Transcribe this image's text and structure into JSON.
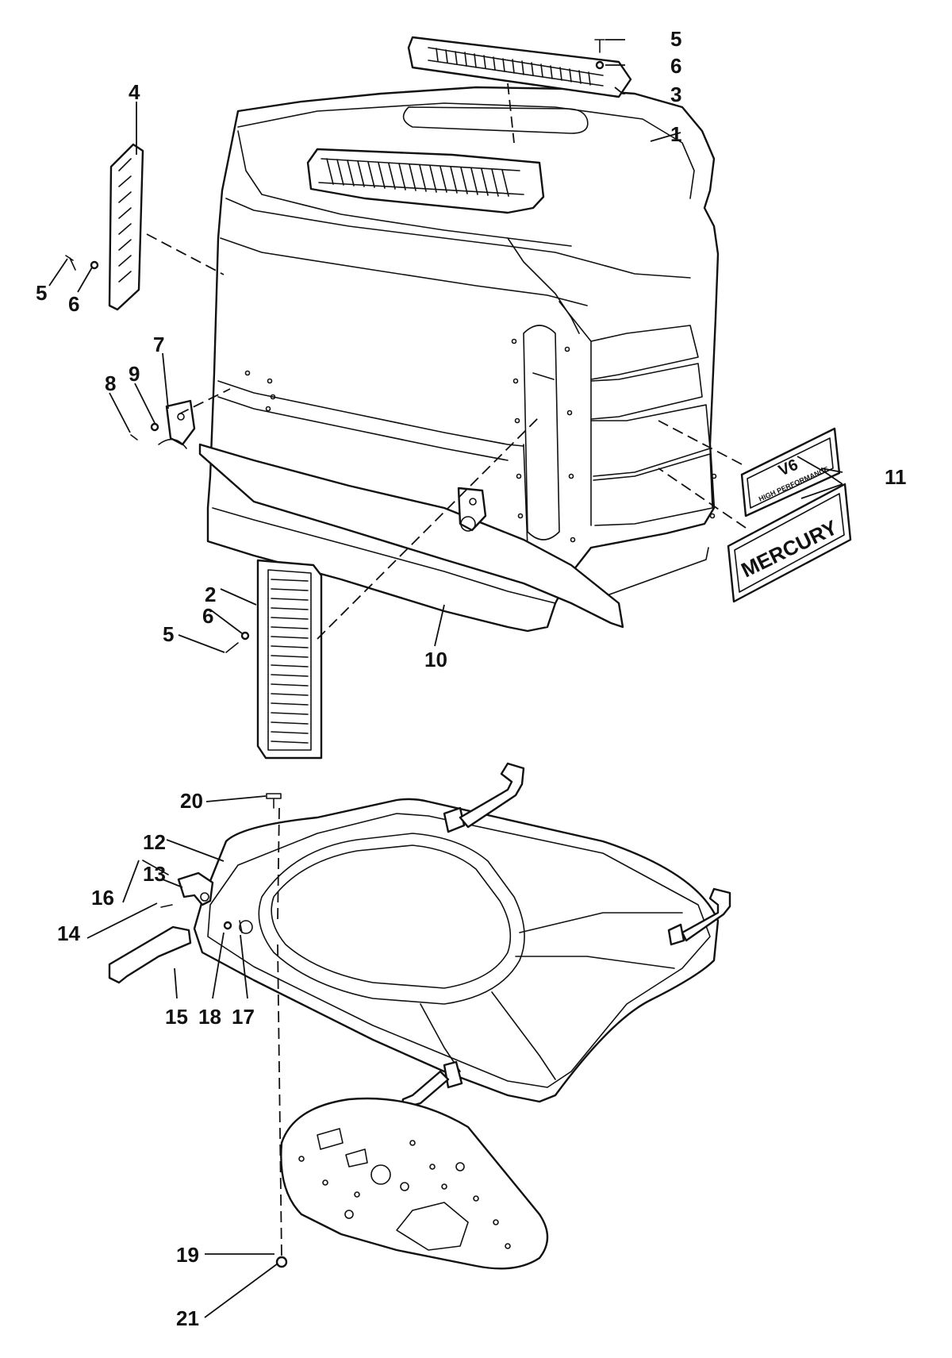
{
  "diagram": {
    "callouts": [
      {
        "id": "c1",
        "label": "1"
      },
      {
        "id": "c2",
        "label": "2"
      },
      {
        "id": "c3",
        "label": "3"
      },
      {
        "id": "c4",
        "label": "4"
      },
      {
        "id": "c5a",
        "label": "5"
      },
      {
        "id": "c5b",
        "label": "5"
      },
      {
        "id": "c5c",
        "label": "5"
      },
      {
        "id": "c6a",
        "label": "6"
      },
      {
        "id": "c6b",
        "label": "6"
      },
      {
        "id": "c6c",
        "label": "6"
      },
      {
        "id": "c7",
        "label": "7"
      },
      {
        "id": "c8",
        "label": "8"
      },
      {
        "id": "c9",
        "label": "9"
      },
      {
        "id": "c10",
        "label": "10"
      },
      {
        "id": "c11",
        "label": "11"
      },
      {
        "id": "c12",
        "label": "12"
      },
      {
        "id": "c13",
        "label": "13"
      },
      {
        "id": "c14",
        "label": "14"
      },
      {
        "id": "c15",
        "label": "15"
      },
      {
        "id": "c16",
        "label": "16"
      },
      {
        "id": "c17",
        "label": "17"
      },
      {
        "id": "c18",
        "label": "18"
      },
      {
        "id": "c19",
        "label": "19"
      },
      {
        "id": "c20",
        "label": "20"
      },
      {
        "id": "c21",
        "label": "21"
      }
    ],
    "decals": {
      "v6_badge": "V6",
      "performance_text": "HIGH PERFORMANCE",
      "brand_decal": "MERCURY"
    }
  }
}
